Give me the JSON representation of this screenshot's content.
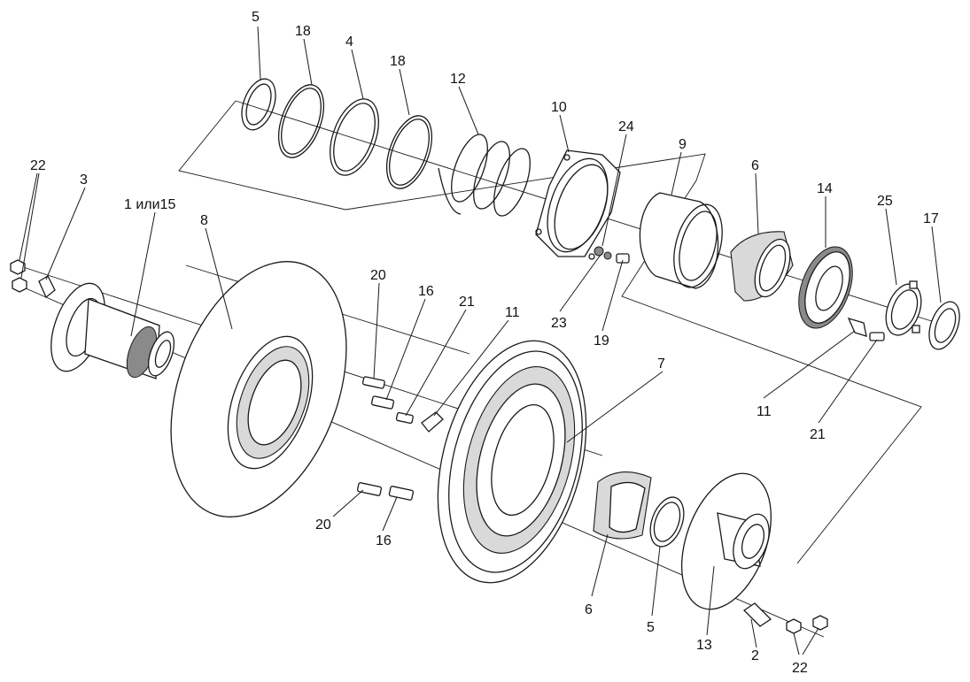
{
  "callouts": {
    "c5_top": "5",
    "c18_a": "18",
    "c4": "4",
    "c18_b": "18",
    "c12": "12",
    "c10": "10",
    "c24": "24",
    "c9": "9",
    "c6_top": "6",
    "c14": "14",
    "c25": "25",
    "c17": "17",
    "c22_left": "22",
    "c3": "3",
    "c1_15": "1 или15",
    "c8": "8",
    "c20_top": "20",
    "c16_top": "16",
    "c21_top": "21",
    "c11_top": "11",
    "c23": "23",
    "c19": "19",
    "c7": "7",
    "c11_right": "11",
    "c21_right": "21",
    "c20_bottom": "20",
    "c16_bottom": "16",
    "c6_bottom": "6",
    "c5_bottom": "5",
    "c13": "13",
    "c2": "2",
    "c22_bottom": "22"
  }
}
